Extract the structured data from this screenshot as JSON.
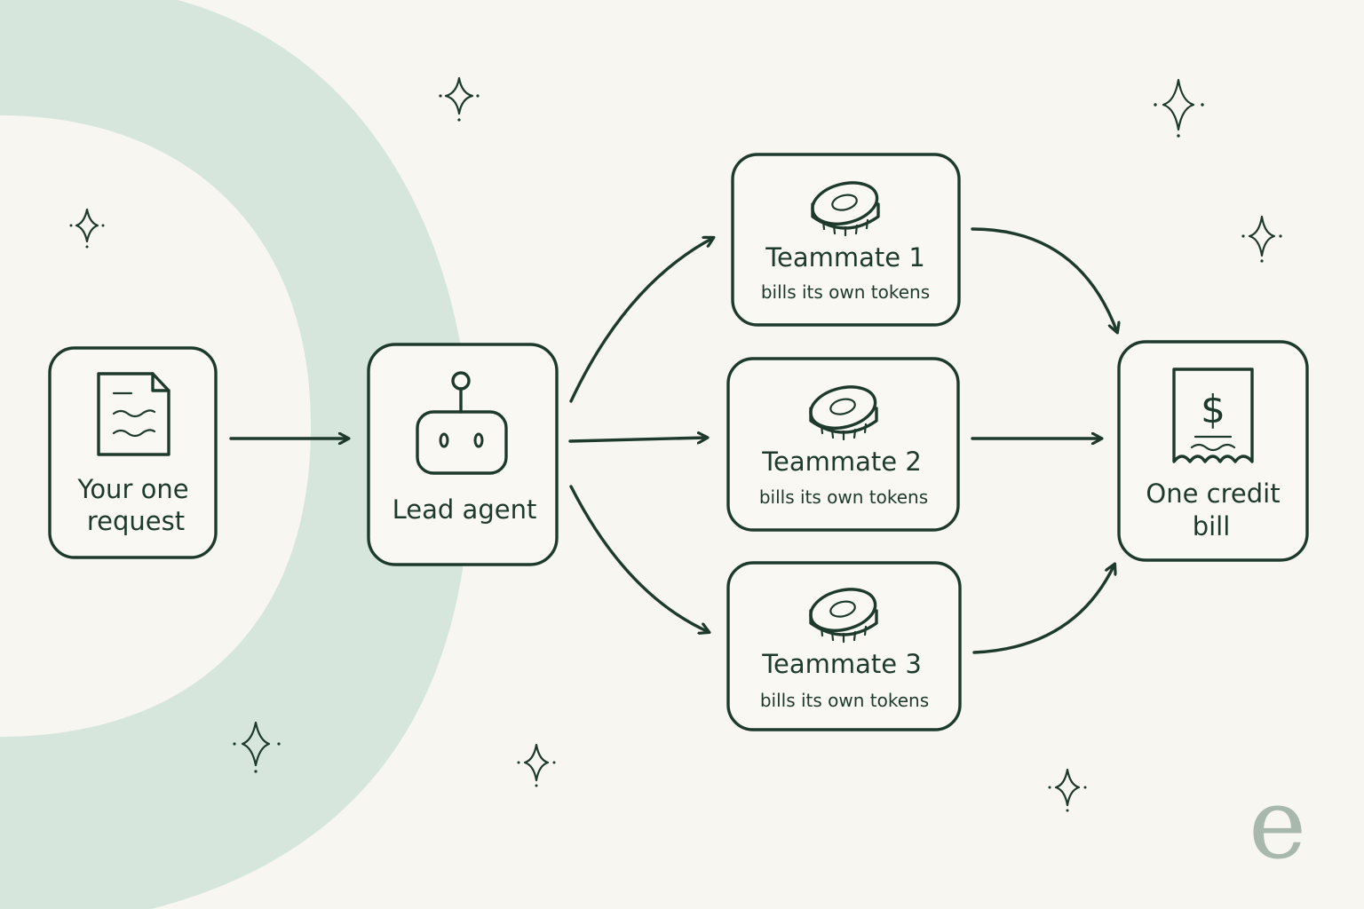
{
  "nodes": {
    "request": {
      "line1": "Your one",
      "line2": "request"
    },
    "lead": {
      "label": "Lead agent"
    },
    "teammates": [
      {
        "title": "Teammate 1",
        "subtitle": "bills its own tokens"
      },
      {
        "title": "Teammate 2",
        "subtitle": "bills its own tokens"
      },
      {
        "title": "Teammate 3",
        "subtitle": "bills its own tokens"
      }
    ],
    "bill": {
      "symbol": "$",
      "line1": "One credit",
      "line2": "bill"
    }
  },
  "brand": {
    "logo_letter": "e"
  },
  "colors": {
    "ink": "#1e3a2c",
    "background": "#f8f6f1",
    "accent_arc": "#d6e6dc",
    "logo": "#a9b8ad"
  }
}
